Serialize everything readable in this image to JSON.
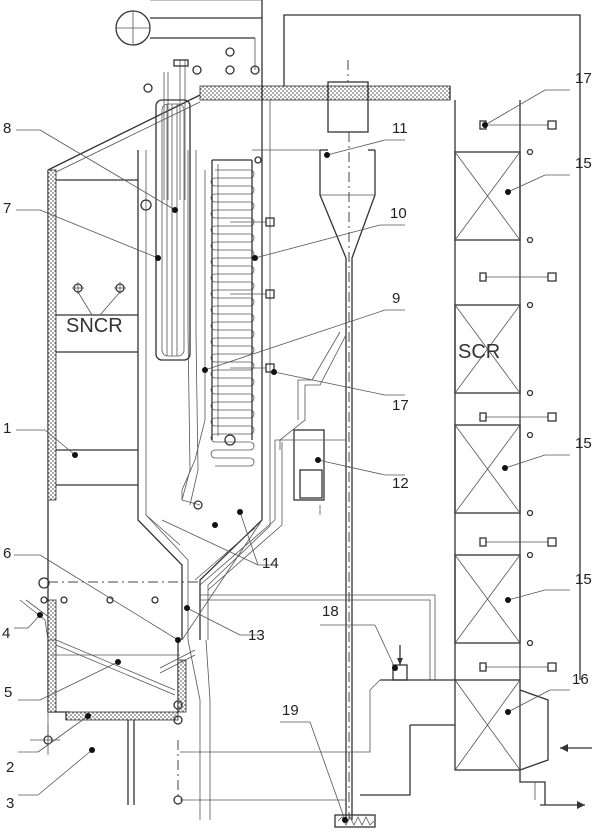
{
  "zone_labels": {
    "sncr": "SNCR",
    "scr": "SCR"
  },
  "callouts": [
    {
      "id": "c1",
      "text": "1"
    },
    {
      "id": "c2",
      "text": "2"
    },
    {
      "id": "c3",
      "text": "3"
    },
    {
      "id": "c4",
      "text": "4"
    },
    {
      "id": "c5",
      "text": "5"
    },
    {
      "id": "c6",
      "text": "6"
    },
    {
      "id": "c7",
      "text": "7"
    },
    {
      "id": "c8",
      "text": "8"
    },
    {
      "id": "c9",
      "text": "9"
    },
    {
      "id": "c10",
      "text": "10"
    },
    {
      "id": "c11",
      "text": "11"
    },
    {
      "id": "c12",
      "text": "12"
    },
    {
      "id": "c13",
      "text": "13"
    },
    {
      "id": "c14",
      "text": "14"
    },
    {
      "id": "c15a",
      "text": "15"
    },
    {
      "id": "c15b",
      "text": "15"
    },
    {
      "id": "c15c",
      "text": "15"
    },
    {
      "id": "c16",
      "text": "16"
    },
    {
      "id": "c17a",
      "text": "17"
    },
    {
      "id": "c17b",
      "text": "17"
    },
    {
      "id": "c18",
      "text": "18"
    },
    {
      "id": "c19",
      "text": "19"
    }
  ]
}
